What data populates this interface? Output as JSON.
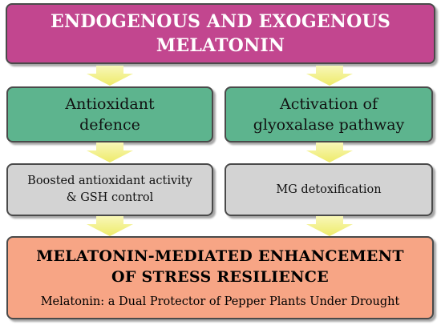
{
  "top": {
    "line1": "ENDOGENOUS AND EXOGENOUS",
    "line2": "MELATONIN"
  },
  "pathways": [
    {
      "line1": "Antioxidant",
      "line2": "defence"
    },
    {
      "line1": "Activation of",
      "line2": "glyoxalase pathway"
    }
  ],
  "outcomes": [
    {
      "line1": "Boosted antioxidant activity",
      "line2": "& GSH control"
    },
    {
      "line1": "MG detoxification",
      "line2": ""
    }
  ],
  "bottom": {
    "title_line1": "MELATONIN-MEDIATED ENHANCEMENT",
    "title_line2": "OF STRESS RESILIENCE",
    "subtitle": "Melatonin: a Dual Protector of Pepper Plants Under Drought"
  },
  "colors": {
    "top_box": "#c2468f",
    "pathway_box": "#5db48e",
    "outcome_box": "#d3d3d3",
    "bottom_box": "#f7a585",
    "arrow": "#f4f39a"
  }
}
